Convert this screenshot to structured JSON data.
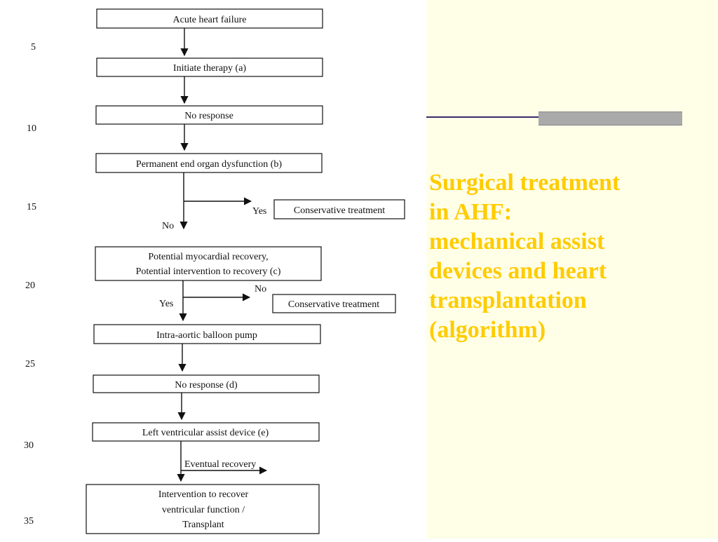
{
  "diagram": {
    "nodes": {
      "acute": "Acute heart failure",
      "initiate": "Initiate therapy (a)",
      "no_response_1": "No response",
      "permanent": "Permanent end organ dysfunction (b)",
      "conservative_1": "Conservative treatment",
      "potential_line1": "Potential myocardial recovery,",
      "potential_line2": "Potential intervention to recovery (c)",
      "conservative_2": "Conservative treatment",
      "iabp": "Intra-aortic balloon pump",
      "no_response_2": "No response (d)",
      "lvad": "Left ventricular assist device (e)",
      "final_line1": "Intervention to recover",
      "final_line2": "ventricular function /",
      "final_line3": "Transplant"
    },
    "edge_labels": {
      "yes_1": "Yes",
      "no_1": "No",
      "no_2": "No",
      "yes_2": "Yes",
      "eventual": "Eventual recovery"
    },
    "line_numbers": [
      "5",
      "10",
      "15",
      "20",
      "25",
      "30",
      "35"
    ]
  },
  "slide": {
    "title_lines": [
      "Surgical treatment",
      "in AHF:",
      "mechanical assist",
      "devices and heart",
      "transplantation",
      "(algorithm)"
    ],
    "title_color": "#ffcc00",
    "panel_color": "#ffffe8"
  }
}
